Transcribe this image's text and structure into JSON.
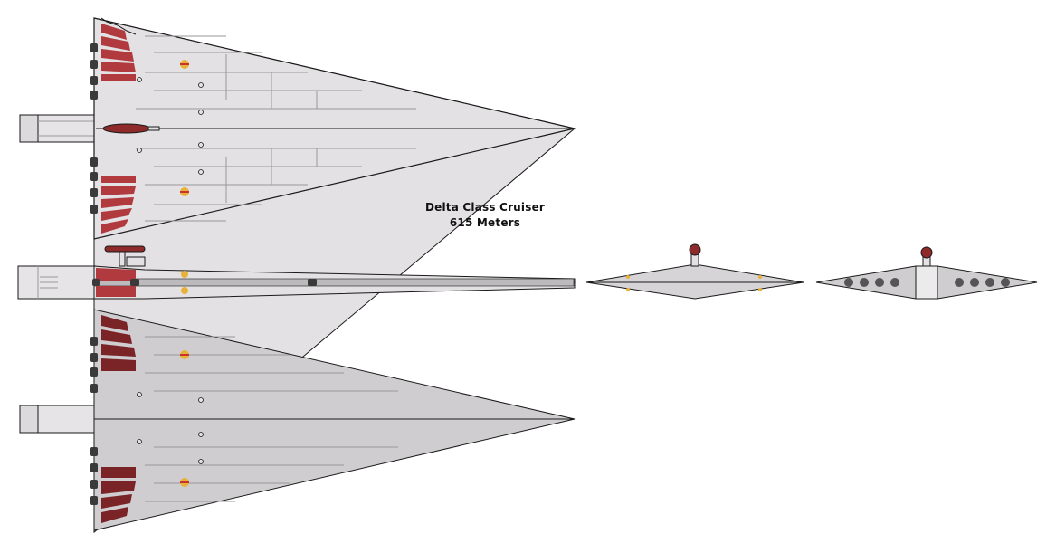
{
  "caption": {
    "ship_class": "Delta Class Cruiser",
    "length": "615 Meters"
  },
  "colors": {
    "hull_light": "#e3e1e3",
    "hull_mid": "#cfcdcf",
    "hull_outline": "#1a1a1a",
    "panel_line": "#9a989a",
    "engine_red": "#b03a3e",
    "engine_red_dark": "#7a2428",
    "emblem_red": "#c8332c",
    "emblem_gold": "#e8b23a",
    "engine_nozzle": "#3a3a3a",
    "bridge_red": "#8e2a2a"
  },
  "views": [
    {
      "id": "dorsal",
      "icon": "ship-top-view-icon"
    },
    {
      "id": "side",
      "icon": "ship-side-view-icon"
    },
    {
      "id": "ventral",
      "icon": "ship-bottom-view-icon"
    },
    {
      "id": "front",
      "icon": "ship-front-view-icon"
    },
    {
      "id": "rear",
      "icon": "ship-rear-view-icon"
    }
  ]
}
